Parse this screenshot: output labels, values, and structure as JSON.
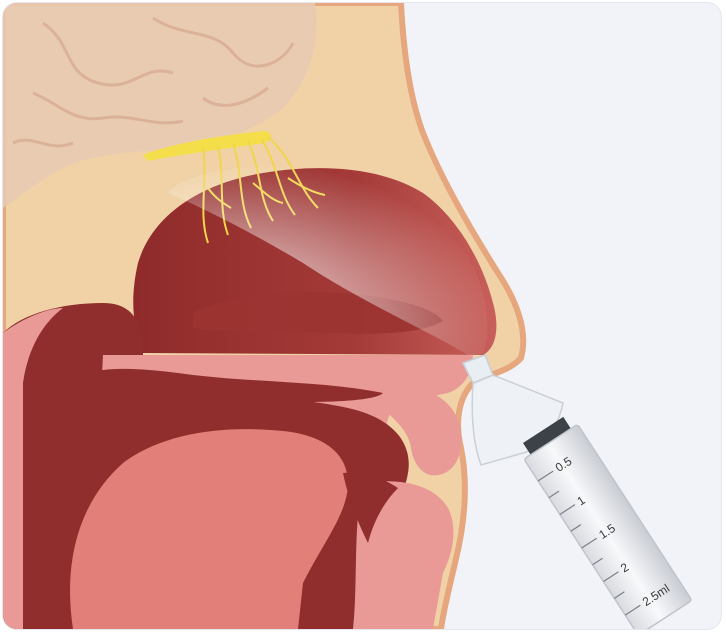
{
  "illustration": {
    "subject": "nasal-cavity-cross-section-with-nasal-spray-syringe",
    "colors": {
      "background": "#f2f3f8",
      "skin": "#f0d2a6",
      "skin_outline": "#e6a77f",
      "brain": "#e8cab4",
      "tissue_dark": "#8f2e2c",
      "tissue_mid": "#b84a45",
      "tissue_pink": "#e99a96",
      "tongue": "#e27f79",
      "olfactory_nerve": "#f4df4a",
      "mist": "#ffffff"
    }
  },
  "syringe": {
    "scale_labels": [
      "0.5",
      "1",
      "1.5",
      "2",
      "2.5ml"
    ]
  }
}
